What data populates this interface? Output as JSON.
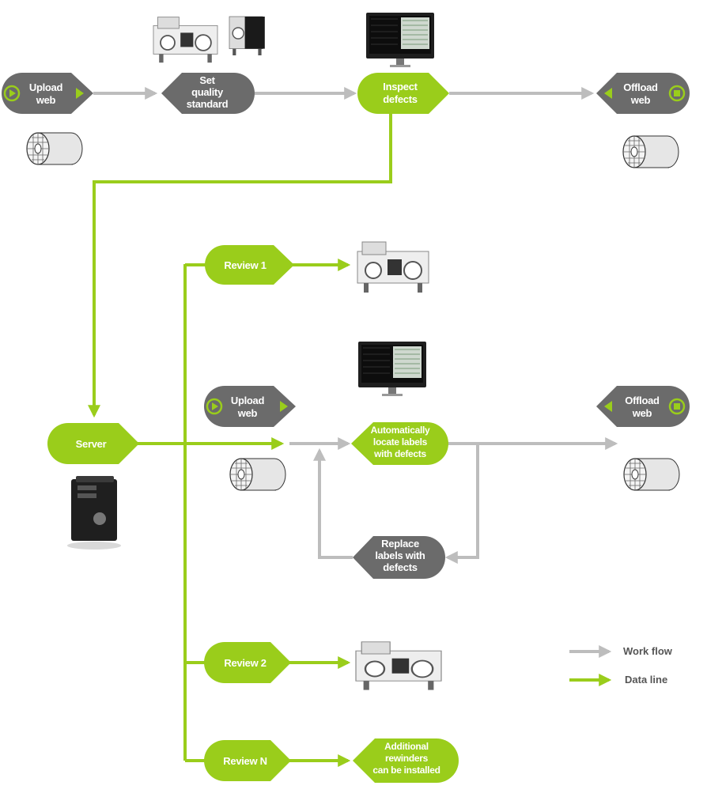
{
  "colors": {
    "green": "#9ACD1B",
    "gray": "#6B6B6B",
    "arrow_gray": "#BDBDBD"
  },
  "nodes": {
    "upload_web_top": [
      "Upload",
      "web"
    ],
    "set_quality": [
      "Set",
      "quality",
      "standard"
    ],
    "inspect_defects": [
      "Inspect",
      "defects"
    ],
    "offload_web_top": [
      "Offload",
      "web"
    ],
    "review_1": [
      "Review 1"
    ],
    "upload_web_mid": [
      "Upload",
      "web"
    ],
    "server": [
      "Server"
    ],
    "auto_locate": [
      "Automatically",
      "locate labels",
      "with defects"
    ],
    "offload_web_mid": [
      "Offload",
      "web"
    ],
    "replace_labels": [
      "Replace",
      "labels with",
      "defects"
    ],
    "review_2": [
      "Review 2"
    ],
    "review_n": [
      "Review N"
    ],
    "additional_rewinders": [
      "Additional",
      "rewinders",
      "can be installed"
    ]
  },
  "legend": {
    "work_flow": "Work flow",
    "data_line": "Data line"
  }
}
